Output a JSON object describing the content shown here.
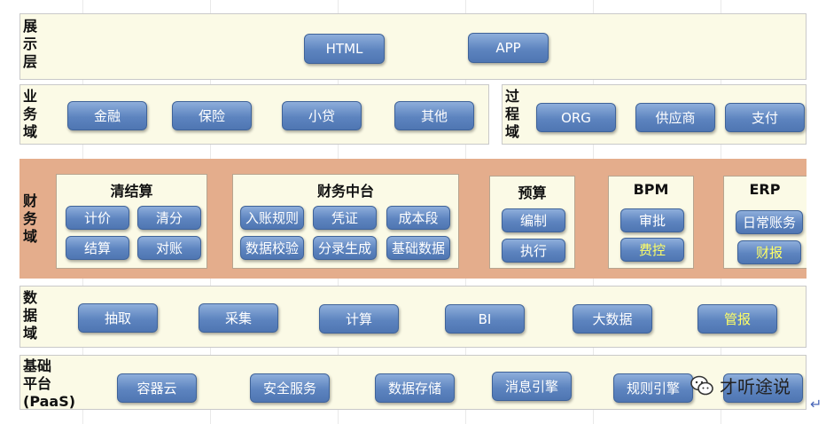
{
  "layers": {
    "presentation": {
      "label": "展\n示\n层",
      "items": [
        "HTML",
        "APP"
      ]
    },
    "business": {
      "label": "业\n务\n域",
      "items": [
        "金融",
        "保险",
        "小贷",
        "其他"
      ]
    },
    "process": {
      "label": "过\n程\n域",
      "items": [
        "ORG",
        "供应商",
        "支付"
      ]
    },
    "finance": {
      "label": "财\n务\n域",
      "panels": {
        "clearing": {
          "title": "清结算",
          "items": [
            "计价",
            "清分",
            "结算",
            "对账"
          ]
        },
        "middle": {
          "title": "财务中台",
          "items": [
            "入账规则",
            "凭证",
            "成本段",
            "数据校验",
            "分录生成",
            "基础数据"
          ]
        },
        "budget": {
          "title": "预算",
          "items": [
            "编制",
            "执行"
          ]
        },
        "bpm": {
          "title": "BPM",
          "items": [
            "审批",
            "费控"
          ]
        },
        "erp": {
          "title": "ERP",
          "items": [
            "日常账务",
            "财报"
          ]
        }
      }
    },
    "data": {
      "label": "数\n据\n域",
      "items": [
        "抽取",
        "采集",
        "计算",
        "BI",
        "大数据",
        "管报"
      ]
    },
    "platform": {
      "label": "基础\n平台\n(PaaS)",
      "items": [
        "容器云",
        "安全服务",
        "数据存储",
        "消息引擎",
        "规则引擎"
      ]
    }
  },
  "watermark": {
    "text": "才听途说",
    "icon": "wechat-icon"
  },
  "colors": {
    "finance_band": "#e4ad8c",
    "layer_bg": "#fbfae6",
    "button": "#5d84bf",
    "highlight_text": "#ffff66"
  },
  "enter_mark": "↵"
}
